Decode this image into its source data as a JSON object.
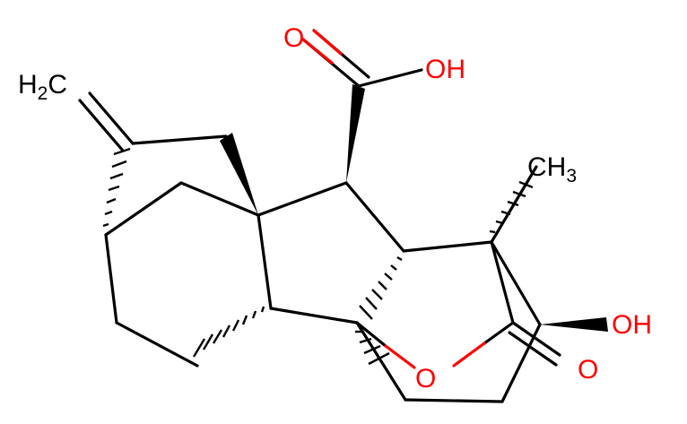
{
  "molecule": {
    "labels": {
      "ch2": {
        "main": "H",
        "sub": "2",
        "tail": "C"
      },
      "ch3": {
        "main": "CH",
        "sub": "3"
      },
      "acid_o": "O",
      "acid_oh": "OH",
      "hydroxyl": "OH",
      "ring_o": "O",
      "lactone_o": "O"
    },
    "colors": {
      "bond": "#000000",
      "oxygen": "#ff0000",
      "carbon": "#000000"
    }
  }
}
